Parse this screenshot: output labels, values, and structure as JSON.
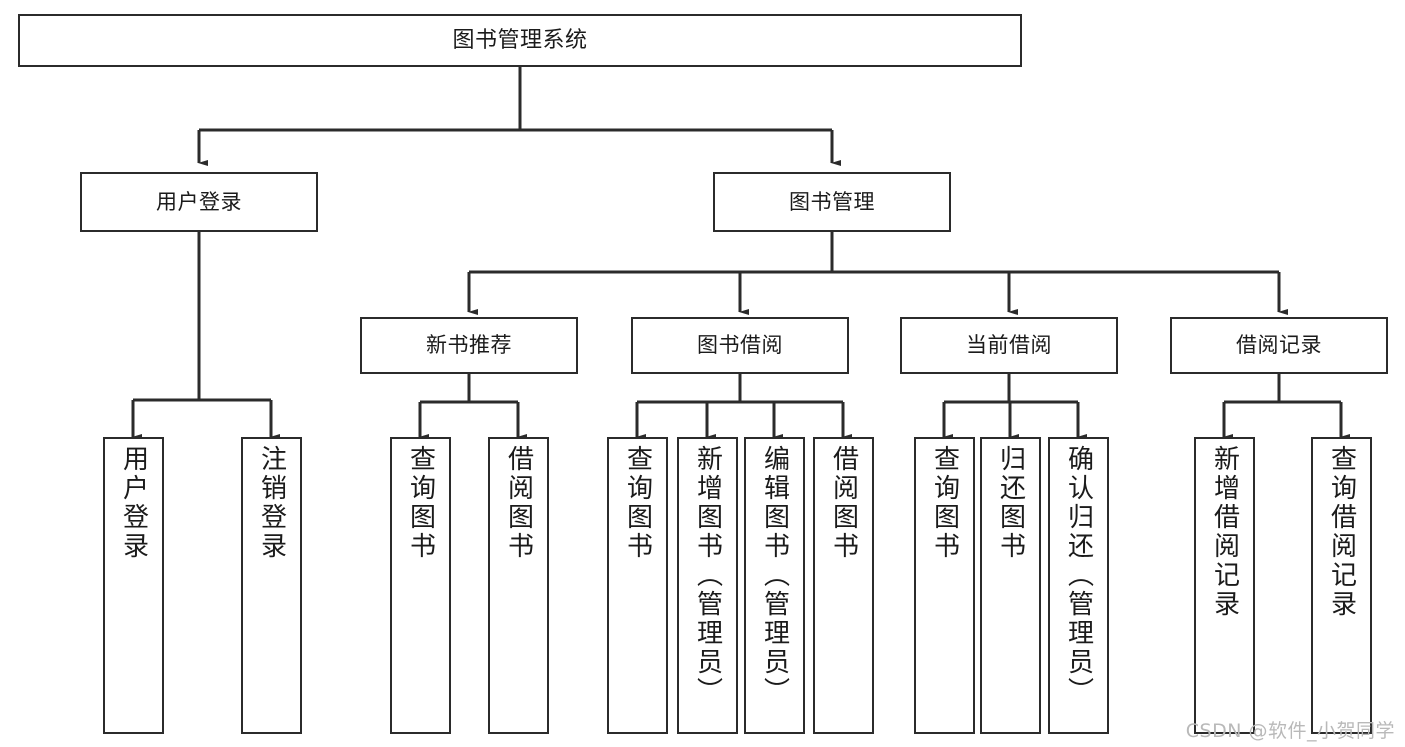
{
  "diagram": {
    "title": "图书管理系统",
    "type": "tree",
    "background": "#ffffff",
    "line_color": "#2b2b2b",
    "box_border_color": "#2b2b2b",
    "box_fill": "#ffffff",
    "text_color": "#1b1b1b"
  },
  "root": {
    "label": "图书管理系统"
  },
  "level1": [
    {
      "label": "用户登录"
    },
    {
      "label": "图书管理"
    }
  ],
  "level2": [
    {
      "label": "新书推荐"
    },
    {
      "label": "图书借阅"
    },
    {
      "label": "当前借阅"
    },
    {
      "label": "借阅记录"
    }
  ],
  "leaves": {
    "user_login": [
      {
        "label": "用户登录"
      },
      {
        "label": "注销登录"
      }
    ],
    "new_book_recommend": [
      {
        "label": "查询图书"
      },
      {
        "label": "借阅图书"
      }
    ],
    "book_borrow": [
      {
        "label": "查询图书"
      },
      {
        "label": "新增图书（管理员）"
      },
      {
        "label": "编辑图书（管理员）"
      },
      {
        "label": "借阅图书"
      }
    ],
    "current_borrow": [
      {
        "label": "查询图书"
      },
      {
        "label": "归还图书"
      },
      {
        "label": "确认归还（管理员）"
      }
    ],
    "borrow_record": [
      {
        "label": "新增借阅记录"
      },
      {
        "label": "查询借阅记录"
      }
    ]
  },
  "watermark": {
    "text": "CSDN @软件_小贺同学"
  }
}
